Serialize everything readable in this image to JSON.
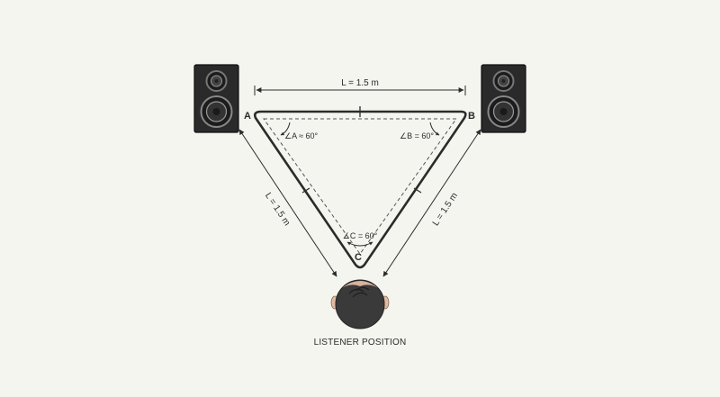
{
  "diagram": {
    "vertices": {
      "a": "A",
      "b": "B",
      "c": "C"
    },
    "dimensions": {
      "top": "L = 1.5 m",
      "left": "L = 1.5 m",
      "right": "L = 1.5 m"
    },
    "angles": {
      "a": "∠A ≈ 60°",
      "b": "∠B = 60°",
      "c": "∠C = 60°"
    },
    "listener_label": "LISTENER POSITION",
    "icons": {
      "left_speaker": "speaker-icon",
      "right_speaker": "speaker-icon",
      "listener": "listener-head-icon"
    },
    "colors": {
      "background": "#f4f5ef",
      "line": "#2b2b2b",
      "speaker_body": "#2a2a2a",
      "hair": "#3a3a3a"
    }
  }
}
